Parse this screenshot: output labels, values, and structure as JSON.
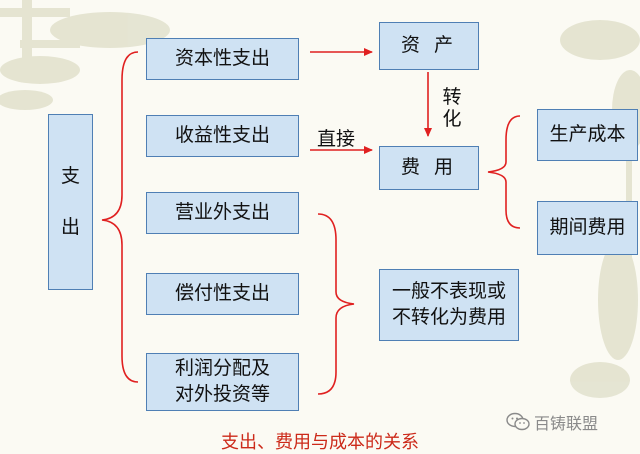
{
  "nodes": {
    "expenditure": "支\n\n出",
    "capital": "资本性支出",
    "revenue": "收益性支出",
    "nonop": "营业外支出",
    "compensatory": "偿付性支出",
    "profit_dist": "利润分配及\n对外投资等",
    "assets": "资 产",
    "expenses": "费 用",
    "prod_cost": "生产成本",
    "period_exp": "期间费用",
    "not_shown": "一般不表现或\n不转化为费用"
  },
  "labels": {
    "transform": "转\n化",
    "direct": "直接"
  },
  "caption": "支出、费用与成本的关系",
  "watermark": "百铸联盟",
  "colors": {
    "arrow": "#e02020",
    "box_fill": "#cfe2f3",
    "box_border": "#4f7fb4",
    "caption": "#cc2a1a"
  }
}
